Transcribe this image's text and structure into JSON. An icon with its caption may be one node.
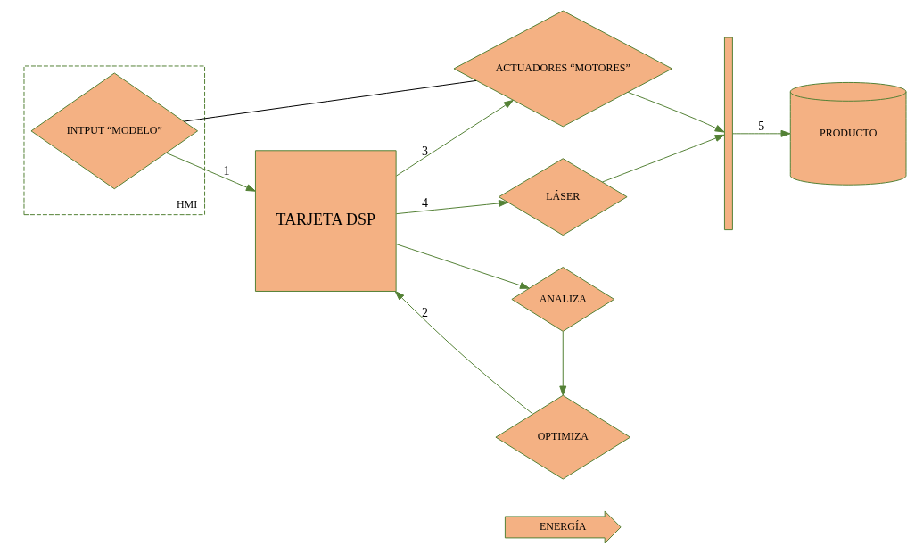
{
  "diagram": {
    "nodes": [
      {
        "text": [
          "TARJETA DSP"
        ]
      },
      {
        "text": [
          "ENERGÍA"
        ]
      },
      {
        "text": [
          "LÁSER"
        ]
      },
      {
        "text": [
          "ANALIZA"
        ]
      },
      {
        "text": [
          "OPTIMIZA"
        ]
      },
      {
        "text": [
          "ACTUADORES “MOTORES”"
        ]
      },
      {
        "text": [],
        "shape": "bar"
      },
      {
        "text": [
          "PRODUCTO"
        ]
      },
      {
        "text": [
          "HMI"
        ]
      },
      {
        "text": [
          "INTPUT “MODELO”"
        ],
        "in": 8
      }
    ],
    "edges": [
      {
        "from": 0,
        "to": 2,
        "arrow": "to",
        "label": "4"
      },
      {
        "from": 0,
        "to": 3,
        "arrow": "to"
      },
      {
        "from": 3,
        "to": 4,
        "arrow": "to"
      },
      {
        "from": 4,
        "to": 0,
        "arrow": "to",
        "label": "2"
      },
      {
        "from": 0,
        "to": 5,
        "arrow": "to",
        "label": "3"
      },
      {
        "from": 2,
        "to": 6,
        "arrow": "to"
      },
      {
        "from": 5,
        "to": 6,
        "arrow": "to"
      },
      {
        "from": 6,
        "to": 7,
        "arrow": "to",
        "label": "5"
      },
      {
        "from": 9,
        "to": 0,
        "arrow": "to",
        "label": "1"
      },
      {
        "from": 5,
        "to": 9,
        "arrow": "none",
        "color": "#000000"
      }
    ]
  }
}
